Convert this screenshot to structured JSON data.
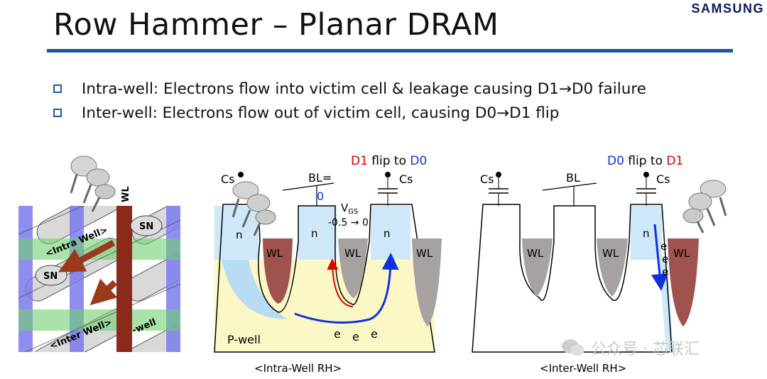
{
  "brand": "SAMSUNG",
  "title": "Row Hammer – Planar DRAM",
  "bullets": [
    "Intra-well: Electrons flow into victim cell & leakage causing D1→D0 failure",
    "Inter-well: Electrons flow out of victim cell, causing D0→D1 flip"
  ],
  "layout_labels": {
    "wl": "WL",
    "sn": "SN",
    "intra_well": "<Intra Well>",
    "inter_well": "<Inter Well>",
    "well": "-well"
  },
  "intra": {
    "flip_d_from": "D1",
    "flip_text": " flip to ",
    "flip_d_to": "D0",
    "cs": "Cs",
    "bl": "BL=",
    "bl_value": "0",
    "vgs": "V",
    "vgs_sub": "GS",
    "vgs_value": "-0.5 → 0",
    "n": "n",
    "wl": "WL",
    "pwell": "P-well",
    "e": "e",
    "caption": "<Intra-Well RH>"
  },
  "inter": {
    "flip_d_from": "D0",
    "flip_text": " flip to ",
    "flip_d_to": "D1",
    "cs": "Cs",
    "bl": "BL",
    "n": "n",
    "wl": "WL",
    "e": "e",
    "caption": "<Inter-Well RH>"
  },
  "watermark": "公众号 · 芯联汇",
  "colors": {
    "accent_blue": "#1f56a3",
    "wl_red": "#a0524f",
    "wl_gray": "#a7a1a1",
    "n_region": "#cfe8f9",
    "pwell": "#fcf8c6",
    "red": "#e00000",
    "blue": "#1030e0"
  }
}
